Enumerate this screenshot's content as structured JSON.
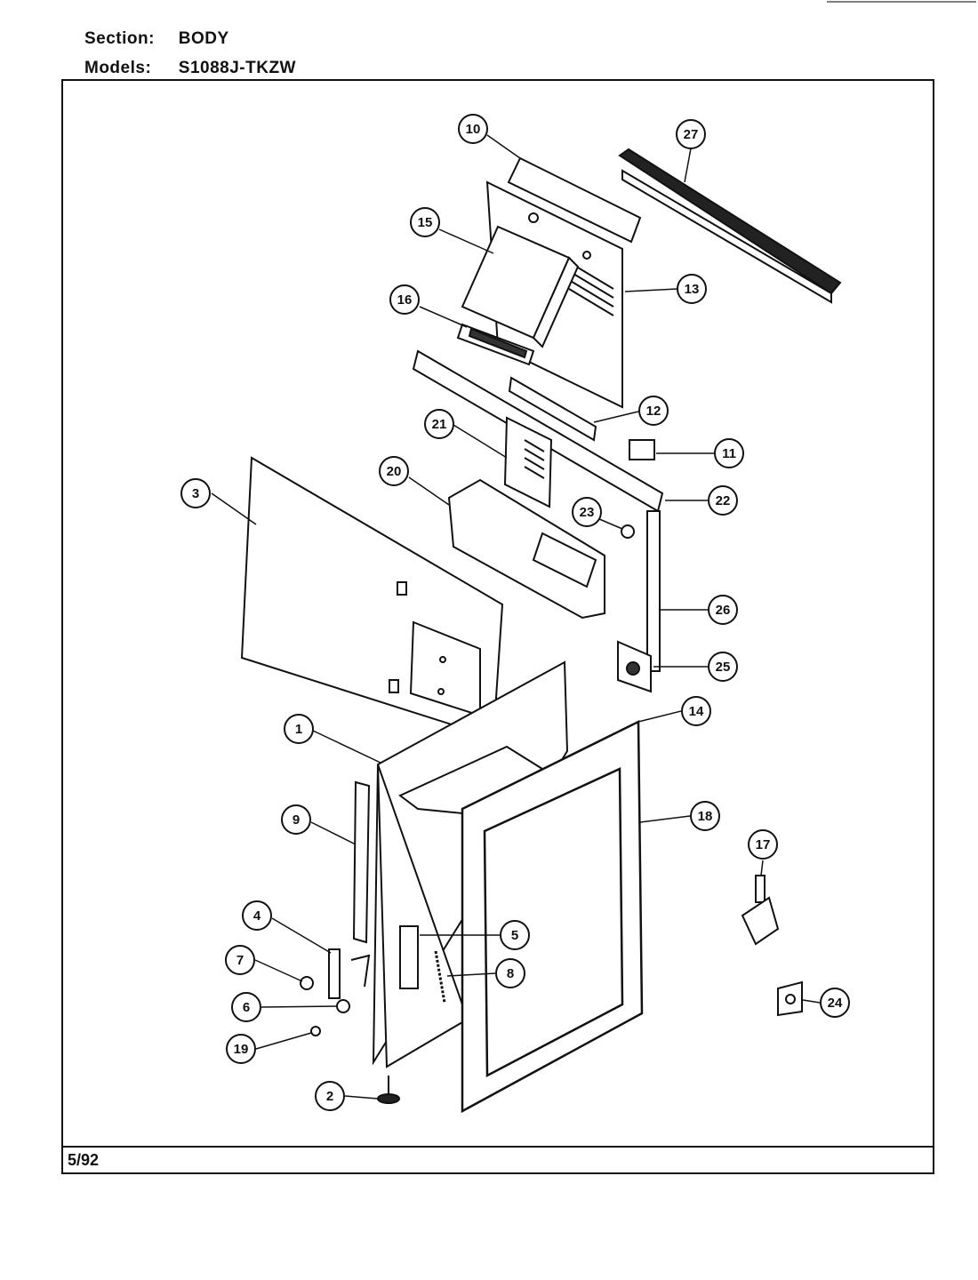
{
  "header": {
    "section_label": "Section:",
    "section_value": "BODY",
    "models_label": "Models:",
    "models_value": "S1088J-TKZW"
  },
  "footer": {
    "date": "5/92"
  },
  "callouts": [
    "10",
    "27",
    "15",
    "13",
    "16",
    "12",
    "21",
    "11",
    "20",
    "22",
    "3",
    "23",
    "26",
    "25",
    "14",
    "1",
    "18",
    "9",
    "17",
    "4",
    "5",
    "7",
    "8",
    "6",
    "24",
    "19",
    "2"
  ]
}
